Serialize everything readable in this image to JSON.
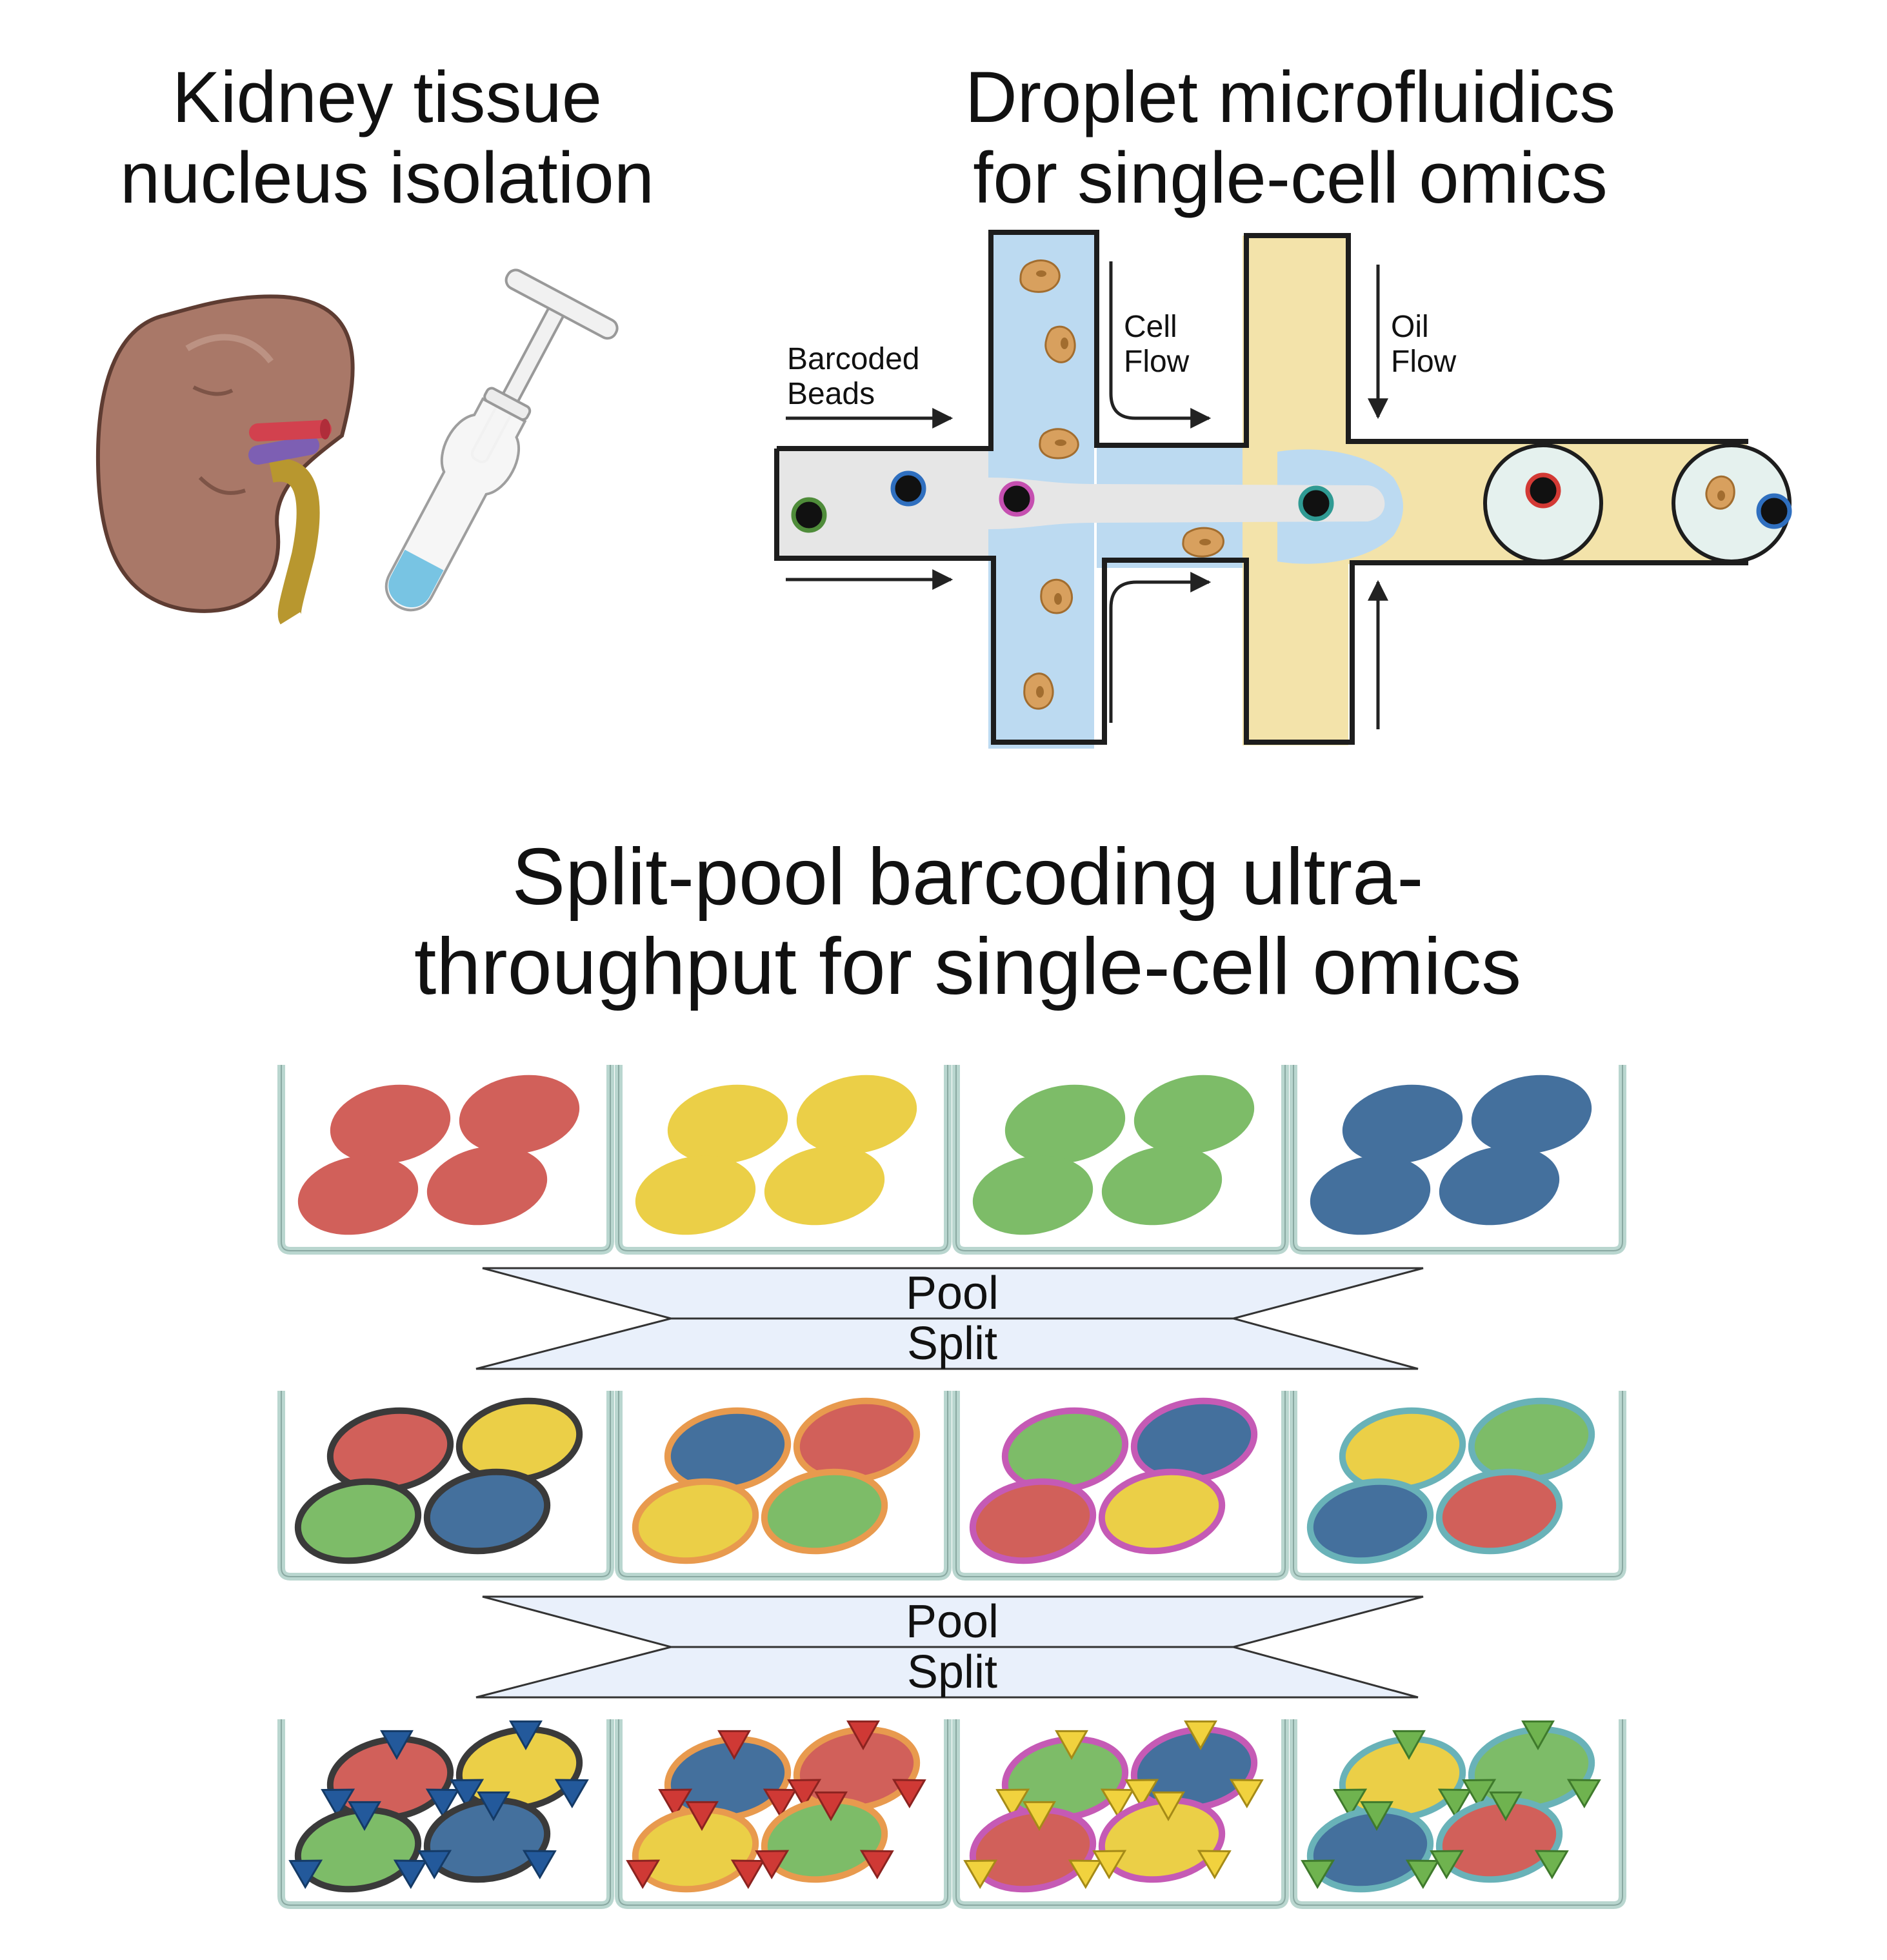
{
  "titles": {
    "kidney_line1": "Kidney tissue",
    "kidney_line2": "nucleus isolation",
    "droplet_line1": "Droplet microfluidics",
    "droplet_line2": "for single-cell omics",
    "split_line1": "Split-pool barcoding ultra-",
    "split_line2": "throughput for single-cell omics"
  },
  "microfluidics": {
    "beads_label_1": "Barcoded",
    "beads_label_2": "Beads",
    "cell_flow_1": "Cell",
    "cell_flow_2": "Flow",
    "oil_flow_1": "Oil",
    "oil_flow_2": "Flow"
  },
  "pool_split": {
    "pool_label": "Pool",
    "split_label": "Split"
  },
  "colors": {
    "red": "#d1605a",
    "yellow": "#ebcf47",
    "green": "#7dbc68",
    "blue": "#44709d",
    "dark": "#3a3a3a",
    "orange": "#e89a4e",
    "magenta": "#c55ab5",
    "teal": "#69b2b8",
    "aqueous": "#bcdaf1",
    "oil": "#f3e3aa",
    "bead_channel": "#e6e6e6",
    "cell": "#d8a05e",
    "well_frame": "#b9d6cf"
  },
  "icons": [
    "kidney-icon",
    "dounce-homogenizer-icon"
  ]
}
